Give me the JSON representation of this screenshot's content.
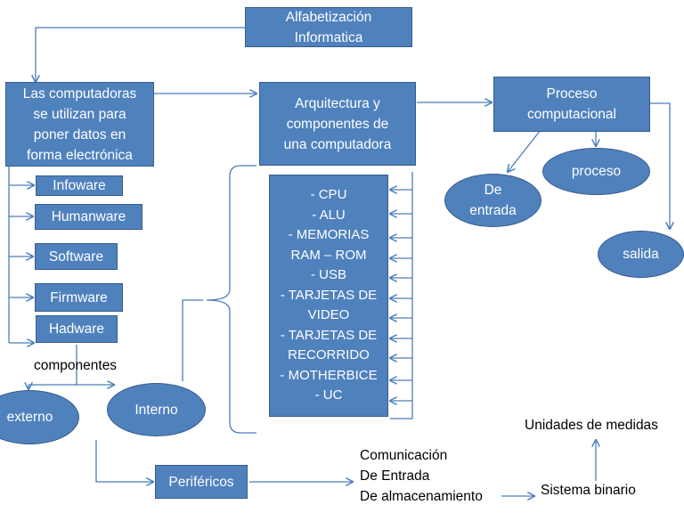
{
  "title": "Alfabetización\nInformatica",
  "left_box": "Las computadoras\nse utilizan para\nponer datos en\nforma electrónica",
  "center_box": "Arquitectura y\ncomponentes de\nuna computadora",
  "right_box": "Proceso\ncomputacional",
  "ware_items": [
    "Infoware",
    "Humanware",
    "Software",
    "Firmware",
    "Hadware"
  ],
  "components_label": "componentes",
  "list_box": "- CPU\n- ALU\n- MEMORIAS\nRAM – ROM\n- USB\n- TARJETAS DE\nVIDEO\n- TARJETAS DE\nRECORRIDO\n- MOTHERBICE\n- UC",
  "ovals": {
    "entrada": "De\nentrada",
    "proceso": "proceso",
    "salida": "salida",
    "externo": "externo",
    "interno": "Interno"
  },
  "perifericos": "Periféricos",
  "periph_list": "Comunicación\nDe Entrada\nDe almacenamiento",
  "sistema_binario": "Sistema binario",
  "unidades": "Unidades de medidas",
  "colors": {
    "fill": "#4f81bd",
    "border": "#385d8a",
    "connector": "#4a7ebb",
    "text_on_fill": "#ffffff"
  }
}
